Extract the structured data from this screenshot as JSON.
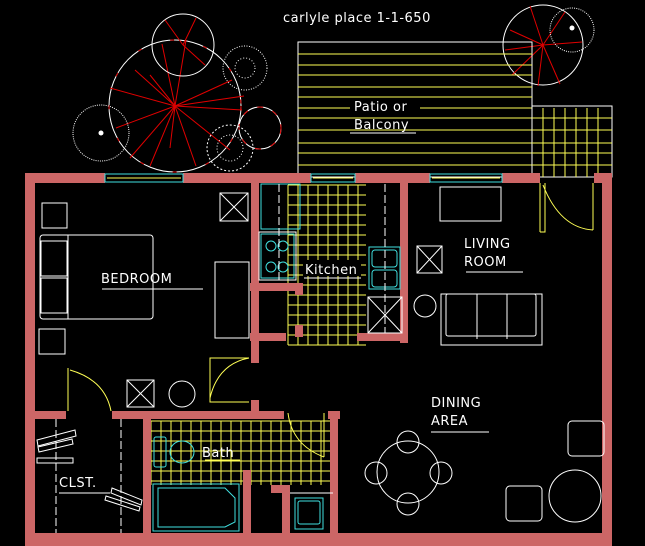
{
  "title": "carlyle place 1-1-650",
  "colors": {
    "background": "#000000",
    "wall": "#cc6666",
    "tile": "#ffff55",
    "fixture": "#40e0e0",
    "furniture": "#ffffff",
    "tree_branch": "#e00000"
  },
  "rooms": {
    "patio": {
      "line1": "Patio or",
      "line2": "Balcony"
    },
    "bedroom": "BEDROOM",
    "kitchen": "Kitchen",
    "living": {
      "line1": "LIVING",
      "line2": "ROOM"
    },
    "dining": {
      "line1": "DINING",
      "line2": "AREA"
    },
    "bath": "Bath",
    "closet": "CLST."
  }
}
